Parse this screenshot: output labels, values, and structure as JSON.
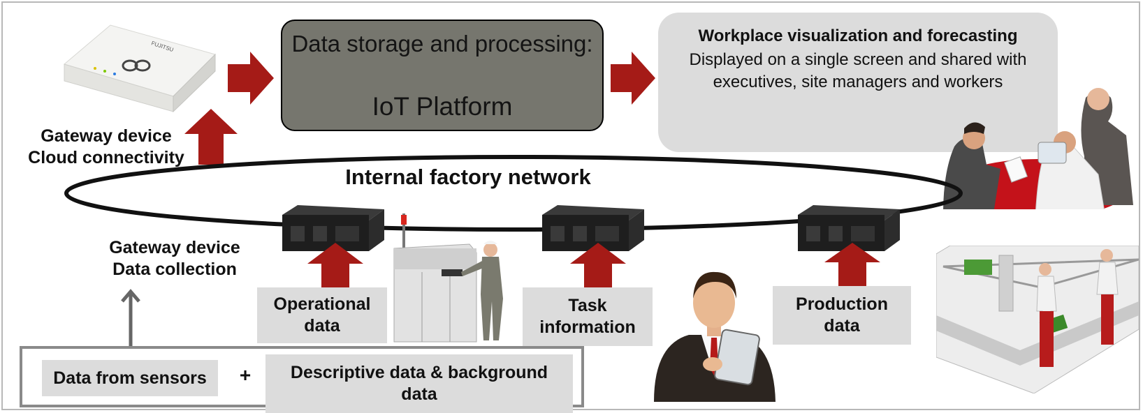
{
  "diagram": {
    "platform": {
      "heading": "Data storage and processing:",
      "name": "IoT Platform"
    },
    "visualization": {
      "title": "Workplace visualization and forecasting",
      "description": "Displayed on a single screen and shared with executives, site managers and workers"
    },
    "gateway_cloud": {
      "line1": "Gateway device",
      "line2": "Cloud connectivity"
    },
    "gateway_collection": {
      "line1": "Gateway device",
      "line2": "Data collection"
    },
    "network_label": "Internal factory network",
    "data_boxes": {
      "operational": {
        "line1": "Operational",
        "line2": "data"
      },
      "task": {
        "line1": "Task",
        "line2": "information"
      },
      "production": {
        "line1": "Production",
        "line2": "data"
      }
    },
    "inputs": {
      "sensors": "Data from sensors",
      "plus": "+",
      "descriptive_line1": "Descriptive data & background",
      "descriptive_line2": "data"
    },
    "device_logo_text": "FUJITSU"
  },
  "colors": {
    "arrow_red": "#a51b17",
    "platform_fill": "#76766e",
    "box_gray": "#dcdcdc",
    "frame_gray": "#8a8a8a"
  }
}
